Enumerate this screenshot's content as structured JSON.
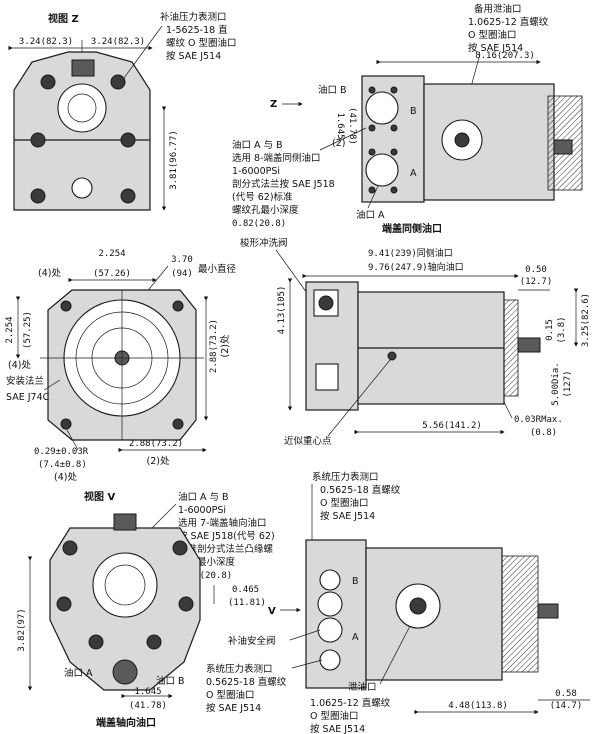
{
  "v1": {
    "title": "视图 Z",
    "dim_w1": "3.24(82.3)",
    "dim_w2": "3.24(82.3)",
    "dim_h": "3.81(96.77)",
    "gauge_title": "补油压力表测口",
    "gauge_l1": "1-5625-18 直",
    "gauge_l2": "螺纹 O 型圈油口",
    "gauge_l3": "按 SAE J514"
  },
  "v2": {
    "spare_title": "备用泄油口",
    "spare_l1": "1.0625-12 直螺纹",
    "spare_l2": "O 型圈油口",
    "spare_l3": "按 SAE J514",
    "dim_w": "8.16(207.3)",
    "port_b": "油口 B",
    "z_arrow": "Z",
    "dim_small1": "1.645",
    "dim_small2": "(41.78)",
    "two": "(2)",
    "label_b": "B",
    "label_a": "A",
    "ports_l1": "油口 A 与 B",
    "ports_l2": "选用 8-端盖同侧油口",
    "ports_l3": "1-6000PSi",
    "ports_l4": "剖分式法兰按 SAE J518",
    "ports_l5": "(代号 62)标准",
    "ports_l6": "螺纹孔最小深度",
    "ports_l7": "0.82(20.8)",
    "port_a": "油口 A",
    "caption": "端盖同侧油口"
  },
  "v3": {
    "dim_a": "2.254",
    "dim_a2": "(57.26)",
    "four1": "(4)处",
    "dim_d": "3.70",
    "dim_d2": "(94)",
    "min_dia": "最小直径",
    "dim_v": "2.254",
    "dim_v2": "(57.25)",
    "four2": "(4)处",
    "dim_r": "2.88(73.2)",
    "two_r": "(2)处",
    "flange_l1": "安装法兰",
    "flange_l2": "SAE J74C",
    "dim_b": "2.88(73.2)",
    "two_b": "(2)处",
    "rad_l1": "0.29±0.03R",
    "rad_l2": "(7.4±0.8)",
    "rad_l3": "(4)处"
  },
  "v4": {
    "wash": "梭形冲洗阀",
    "dim_l1": "9.41(239)同侧油口",
    "dim_l2": "9.76(247.9)轴向油口",
    "dim_h": "4.13(105)",
    "dim_050": "0.50",
    "dim_050b": "(12.7)",
    "dim_015": "0.15",
    "dim_015b": "(3.8)",
    "dim_325": "3.25(82.6)",
    "dim_500": "5.00Dia.",
    "dim_500b": "(127)",
    "dim_003": "0.03RMax.",
    "dim_003b": "(0.8)",
    "dim_556": "5.56(141.2)",
    "cg": "近似重心点"
  },
  "v5": {
    "title": "视图 V",
    "ports_l1": "油口 A 与 B",
    "ports_l2": "1-6000PSi",
    "ports_l3": "选用 7-端盖轴向油口",
    "ports_l4": "按 SAE J518(代号 62)",
    "ports_l5": "标准剖分式法兰凸缘螺",
    "ports_l6": "纹孔最小深度",
    "ports_l7": "0.82(20.8)",
    "dim_465": "0.465",
    "dim_465b": "(11.81)",
    "dim_h": "3.82(97)",
    "port_a": "油口 A",
    "port_b": "油口 B",
    "dim_1645": "1.645",
    "dim_1645b": "(41.78)",
    "caption": "端盖轴向油口"
  },
  "v6": {
    "gauge_title": "系统压力表测口",
    "gauge_l1": "0.5625-18 直螺纹",
    "gauge_l2": "O 型圈油口",
    "gauge_l3": "按 SAE J514",
    "v_arrow": "V",
    "label_b": "B",
    "label_a": "A",
    "safety": "补油安全阀",
    "gauge2_title": "系统压力表测口",
    "gauge2_l1": "0.5625-18 直螺纹",
    "gauge2_l2": "O 型圈油口",
    "gauge2_l3": "按 SAE J514",
    "drain": "泄油口",
    "drain_l1": "1.0625-12 直螺纹",
    "drain_l2": "O 型圈油口",
    "drain_l3": "按 SAE J514",
    "dim_448": "4.48(113.8)",
    "dim_058": "0.58",
    "dim_058b": "(14.7)"
  }
}
